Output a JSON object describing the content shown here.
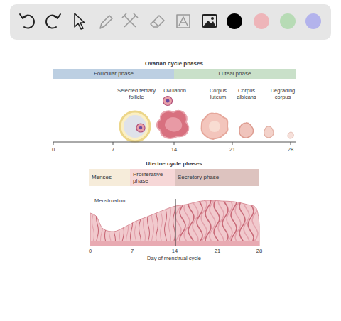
{
  "diagram": {
    "nodes": [
      {
        "text": [
          "Follicular phase"
        ]
      },
      {
        "text": [
          "Luteal phase"
        ]
      },
      {
        "text": [
          "Menses"
        ]
      },
      {
        "text": [
          "Proliferative phase"
        ]
      },
      {
        "text": [
          "Secretory phase"
        ]
      }
    ],
    "labels": [
      "Ovarian cycle phases",
      "Selected tertiary follicle",
      "Ovulation",
      "Corpus luteum",
      "Corpus albicans",
      "Degrading corpus",
      "0",
      "7",
      "14",
      "21",
      "28",
      "Uterine cycle phases",
      "Menstruation",
      "0",
      "7",
      "14",
      "21",
      "28",
      "Day of menstrual cycle"
    ]
  }
}
